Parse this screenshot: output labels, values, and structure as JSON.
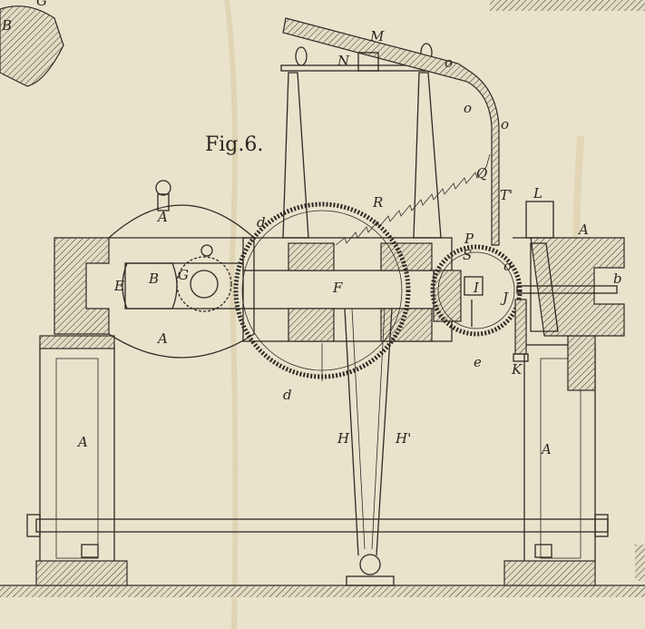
{
  "figure": {
    "title": "Fig.6.",
    "labels": {
      "top_B": "B",
      "top_G": "G",
      "M": "M",
      "N": "N",
      "o1": "o",
      "o2": "o",
      "o3": "o",
      "A_top": "A",
      "d_top": "d",
      "R": "R",
      "Q": "Q",
      "T_prime": "T'",
      "L": "L",
      "A_right_top": "A",
      "P": "P",
      "S": "S",
      "E": "E",
      "B": "B",
      "G": "G",
      "F": "F",
      "I": "I",
      "J": "J",
      "b": "b",
      "o4": "o",
      "A_mid": "A",
      "e": "e",
      "K": "K",
      "d_bottom": "d",
      "H": "H",
      "H_prime": "H'",
      "A_left_leg": "A",
      "A_right_leg": "A"
    }
  }
}
